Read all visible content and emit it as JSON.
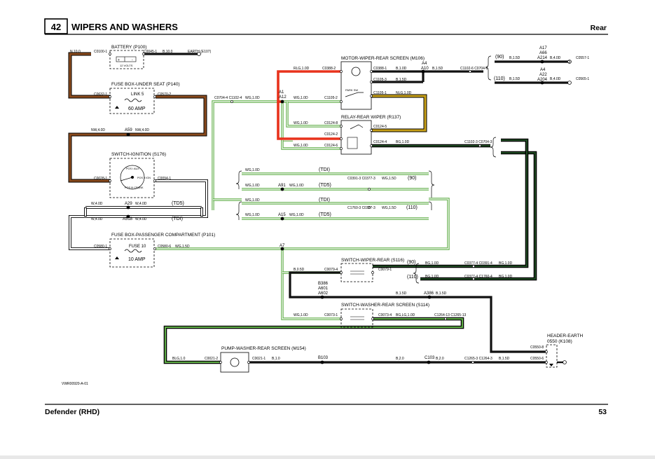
{
  "header": {
    "section_number": "42",
    "title": "WIPERS AND WASHERS",
    "subtitle": "Rear"
  },
  "footer": {
    "left": "Defender (RHD)",
    "page": "53"
  },
  "drawing_ref": "VWR00920-A-01",
  "colors": {
    "brown": "#8a4a1c",
    "green_white": "#5fae46",
    "red": "#e8321c",
    "yellow": "#c8a018",
    "wire_black": "#111111",
    "dark_green": "#1f4a22"
  },
  "components": {
    "battery": {
      "title": "BATTERY (P100)",
      "volts": "12 VOLTS",
      "plus": "+",
      "minus": "-"
    },
    "fuse_box_under_seat": {
      "title": "FUSE BOX-UNDER SEAT (P140)",
      "link": "LINK 5",
      "rating": "60 AMP"
    },
    "switch_ignition": {
      "title": "SWITCH-IGNITION (S176)",
      "positions": [
        "POS I AUX",
        "POS II IGN",
        "POS III CRANK"
      ]
    },
    "fuse_box_passenger": {
      "title": "FUSE BOX-PASSENGER COMPARTMENT (P101)",
      "fuse": "FUSE 10",
      "rating": "10 AMP"
    },
    "motor_wiper": {
      "title": "MOTOR-WIPER-REAR SCREEN (M106)",
      "park": "PARK SW"
    },
    "relay_wiper": {
      "title": "RELAY-REAR WIPER (R137)"
    },
    "switch_wiper": {
      "title": "SWITCH-WIPER-REAR (S116)"
    },
    "switch_washer": {
      "title": "SWITCH-WASHER-REAR SCREEN (S114)"
    },
    "pump_washer": {
      "title": "PUMP-WASHER-REAR SCREEN (M154)"
    },
    "header_earth": {
      "title_line1": "HEADER-EARTH",
      "title_line2": "0550 (K108)"
    }
  },
  "labels": {
    "battery_wire": "N,10.0",
    "c0100": "C0100-1",
    "c0045": "C0045-1",
    "b10": "B,10.0",
    "earth_e107": "EARTH (E107)",
    "c0632": "C0632-1",
    "c0570": "C0570-2",
    "nw4_a": "NW,4.0D",
    "a59": "A59",
    "nw4_b": "NW,4.0D",
    "c0028": "C0028-1",
    "c0094": "C0094-1",
    "w4_a": "W,4.0D",
    "a29": "A29",
    "w4_b": "W,4.0D",
    "td5_a": "(TD5)",
    "w4_c": "W,4.0D",
    "a518": "A518",
    "w4_d": "W,4.0D",
    "tdi_a": "(TDI)",
    "c0580a": "C0580-1",
    "c0580b": "C0580-6",
    "wg15_a": "WG,1.5D",
    "a7": "A7",
    "c0704": "C0704-4 C1102-4",
    "wg10_a": "WG,1.0D",
    "a1": "A1",
    "a12": "A12",
    "rlg": "RLG,1.0D",
    "c0388": "C0388-2",
    "c0388_1": "C0388-1",
    "b10d": "B,1.0D",
    "a4_top": "A4",
    "a10": "A10",
    "b15d_a": "B,1.5D",
    "c1102_6": "C1102-6 C0704-6",
    "c1105_3": "C1105-3",
    "b15d_b": "B,1.5D",
    "wg10_b": "WG,1.0D",
    "c1105_2": "C1105-2",
    "c1105_1": "C1105-1",
    "nlg": "NLG,1.0D",
    "wg10_c": "WG,1.0D",
    "c0124_8": "C0124-8",
    "c0124_5": "C0124-5",
    "c0124_2": "C0124-2",
    "wg10_d": "WG,1.0D",
    "c0124_6": "C0124-6",
    "c0124_4": "C0124-4",
    "bg10": "BG,1.0D",
    "c1102_3": "C1102-3 C0704-3",
    "m90_a": "(90)",
    "b15_90": "B,1.5D",
    "a17": "A17",
    "a66": "A66",
    "a214": "A214",
    "b40_a": "B,4.0D",
    "c0557": "C0557-1",
    "m110_a": "(110)",
    "b15_110": "B,1.5D",
    "a4_b": "A4",
    "a22": "A22",
    "a204": "A204",
    "b40_b": "B,4.0D",
    "c0565": "C0565-1",
    "wg_r1": "WG,1.0D",
    "tdi_r1": "(TDI)",
    "wg_r2": "WG,1.0D",
    "a91": "A91",
    "wg_r2b": "WG,1.0D",
    "td5_r2": "(TD5)",
    "c0391": "C0391-3 C0377-3",
    "wg15_r2": "WG,1.5D",
    "m90_r2": "(90)",
    "wg_r3": "WG,1.0D",
    "tdi_r3": "(TDI)",
    "wg_r4": "WG,1.0D",
    "a15": "A15",
    "wg_r4b": "WG,1.0D",
    "td5_r4": "(TD5)",
    "c1760": "C1760-3 C0377-3",
    "wg15_r4": "WG,1.5D",
    "m110_r4": "(110)",
    "b05": "B,0.5D",
    "c0079_4": "C0079-4",
    "c0079_1": "C0079-1",
    "m90_sw": "(90)",
    "bg_sw1": "BG,1.0D",
    "c0377_4": "C0377-4 C0391-4",
    "bg_sw1b": "BG,1.0D",
    "m110_sw": "(110)",
    "bg_sw2": "BG,1.0D",
    "c0377_4b": "C0377-4 C1760-4",
    "bg_sw2b": "BG,1.0D",
    "b386": "B386",
    "a601": "A601",
    "a602": "A602",
    "b15_a386": "B,1.5D",
    "a386": "A386",
    "b15_a386b": "B,1.5D",
    "wg_wash": "WG,1.0D",
    "c0073_1": "C0073-1",
    "c0073_4": "C0073-4",
    "bglg": "BG,LG,1.0D",
    "c1264": "C1264-13 C1265-13",
    "c0550_8": "C0550-8",
    "blg": "BLG,1.0",
    "c0021_2": "C0021-2",
    "c0021_1": "C0021-1",
    "b1": "B,1.0",
    "b103": "B103",
    "b20": "B,2.0",
    "c103": "C103",
    "b20b": "B,2.0",
    "c1265": "C1265-3 C1264-3",
    "b15_e": "B,1.5D",
    "c0550_6": "C0550-6"
  }
}
